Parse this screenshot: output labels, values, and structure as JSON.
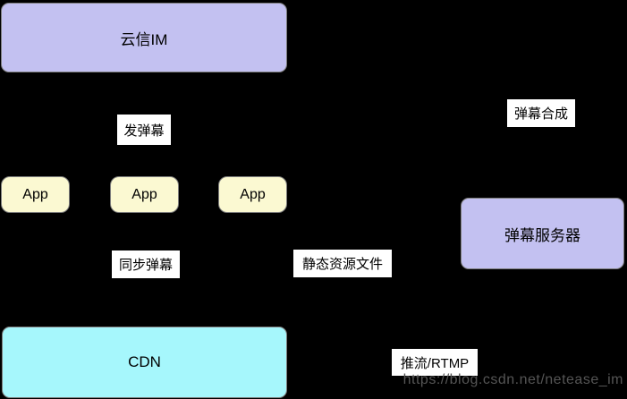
{
  "diagram": {
    "background_color": "#000000",
    "nodes": [
      {
        "id": "yunxin-im",
        "label": "云信IM",
        "fill": "#c3c1f1"
      },
      {
        "id": "app-1",
        "label": "App",
        "fill": "#fbf9d2"
      },
      {
        "id": "app-2",
        "label": "App",
        "fill": "#fbf9d2"
      },
      {
        "id": "app-3",
        "label": "App",
        "fill": "#fbf9d2"
      },
      {
        "id": "danmaku-server",
        "label": "弹幕服务器",
        "fill": "#c3c1f1"
      },
      {
        "id": "cdn",
        "label": "CDN",
        "fill": "#a6f7fc"
      }
    ],
    "labels": [
      {
        "id": "send-danmaku",
        "text": "发弹幕"
      },
      {
        "id": "danmaku-compose",
        "text": "弹幕合成"
      },
      {
        "id": "sync-danmaku",
        "text": "同步弹幕"
      },
      {
        "id": "static-resource-file",
        "text": "静态资源文件"
      },
      {
        "id": "push-stream-rtmp",
        "text": "推流/RTMP"
      }
    ],
    "label_bg": "#ffffff",
    "watermark": {
      "text": "https://blog.csdn.net/netease_im",
      "color": "#555555"
    }
  }
}
